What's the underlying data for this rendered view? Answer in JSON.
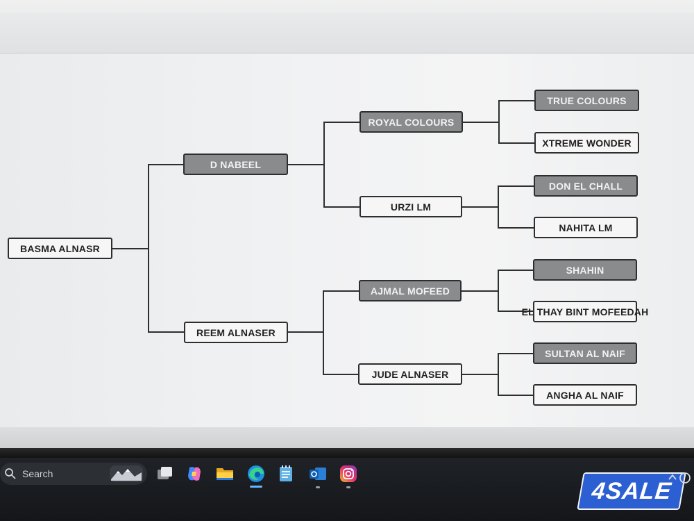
{
  "tree": {
    "root": "BASMA ALNASR",
    "gen1": [
      "D NABEEL",
      "REEM ALNASER"
    ],
    "gen2": [
      "ROYAL COLOURS",
      "URZI LM",
      "AJMAL MOFEED",
      "JUDE ALNASER"
    ],
    "gen3": [
      "TRUE COLOURS",
      "XTREME WONDER",
      "DON EL CHALL",
      "NAHITA LM",
      "SHAHIN",
      "EL THAY BINT MOFEEDAH",
      "SULTAN AL NAIF",
      "ANGHA AL NAIF"
    ]
  },
  "colors": {
    "node_dark": "#8a8b8d",
    "node_light": "#f6f6f6",
    "connector": "#2e2e2e",
    "watermark_bg": "#2c5fd1"
  },
  "taskbar": {
    "search_placeholder": "Search",
    "icons": [
      "search-icon",
      "task-view-icon",
      "copilot-icon",
      "file-explorer-icon",
      "edge-icon",
      "notepad-icon",
      "outlook-icon",
      "instagram-icon"
    ]
  },
  "watermark": {
    "text": "4SALE"
  }
}
